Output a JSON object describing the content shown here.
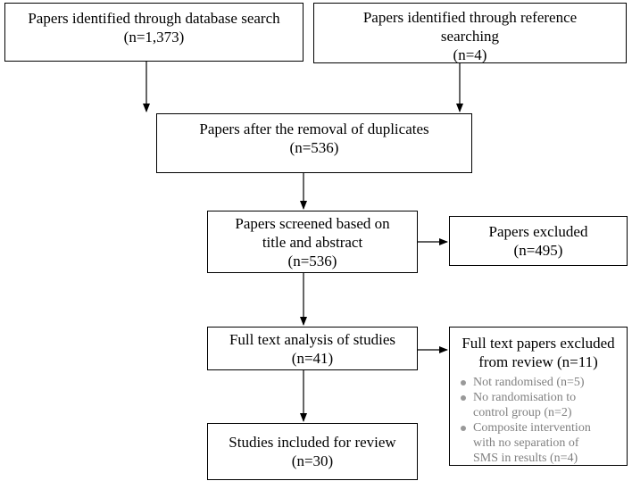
{
  "boxes": {
    "database_search": {
      "line1": "Papers identified through database search",
      "line2": "(n=1,373)"
    },
    "reference_search": {
      "line1": "Papers identified through reference",
      "line2": "searching",
      "line3": "(n=4)"
    },
    "after_duplicates": {
      "line1": "Papers after the removal of duplicates",
      "line2": "(n=536)"
    },
    "screened": {
      "line1": "Papers screened based on",
      "line2": "title and abstract",
      "line3": "(n=536)"
    },
    "excluded": {
      "line1": "Papers excluded",
      "line2": "(n=495)"
    },
    "full_text": {
      "line1": "Full text analysis of studies",
      "line2": "(n=41)"
    },
    "full_text_excluded": {
      "line1": "Full text papers excluded",
      "line2": "from review (n=11)",
      "reasons": [
        {
          "line1": "Not randomised (n=5)"
        },
        {
          "line1": "No randomisation to",
          "line2": "control group (n=2)"
        },
        {
          "line1": "Composite intervention",
          "line2": "with no separation of",
          "line3": "SMS in results (n=4)"
        }
      ]
    },
    "included": {
      "line1": "Studies included for review",
      "line2": "(n=30)"
    }
  }
}
